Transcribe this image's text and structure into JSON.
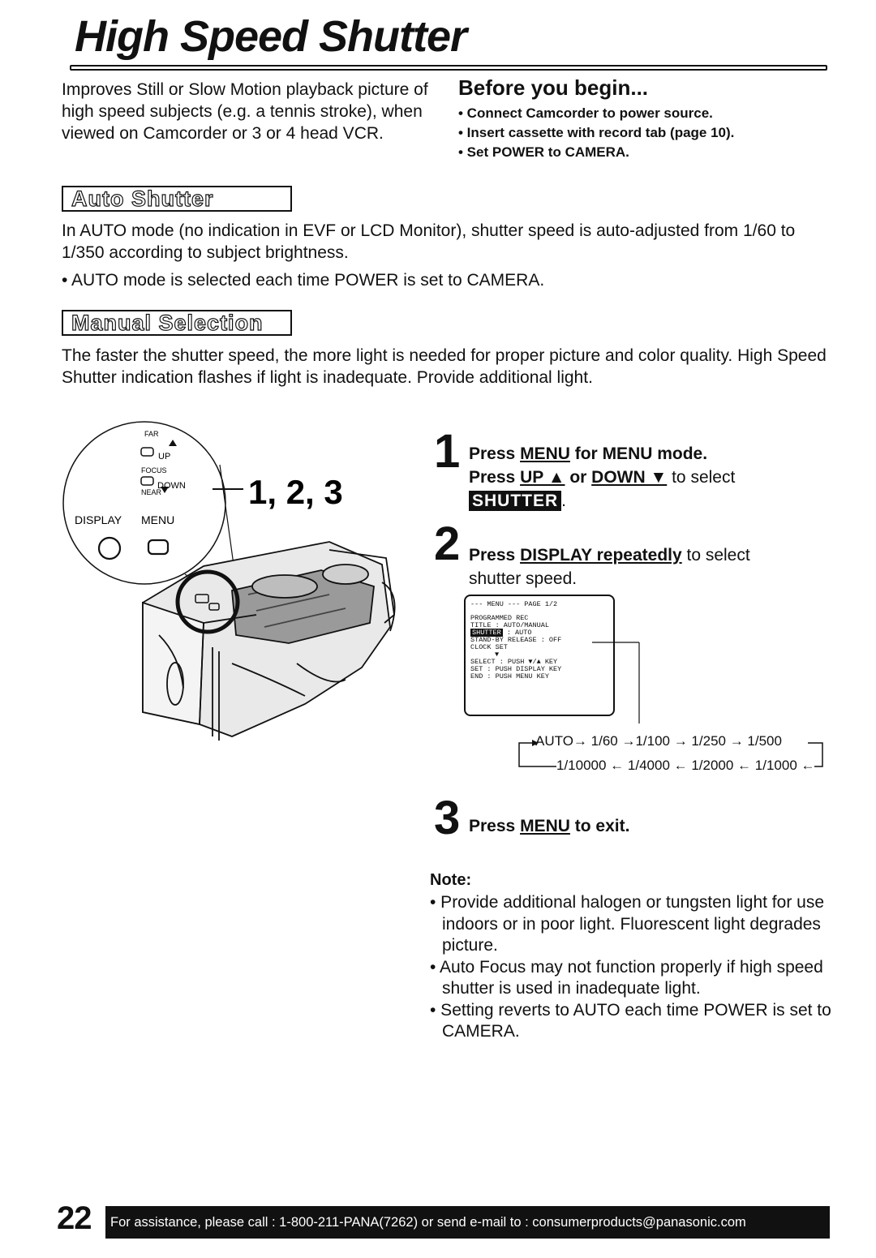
{
  "title": "High Speed Shutter",
  "intro": "Improves Still or Slow Motion playback picture of high speed subjects (e.g. a tennis stroke), when viewed on Camcorder or 3 or 4 head VCR.",
  "before_you_begin": {
    "heading": "Before you begin...",
    "items": [
      "• Connect Camcorder to power source.",
      "• Insert cassette with record tab (page 10).",
      "• Set POWER to CAMERA."
    ]
  },
  "auto_shutter": {
    "heading": "Auto Shutter",
    "text": "In AUTO mode (no indication in EVF or LCD Monitor), shutter speed is auto-adjusted from 1/60 to 1/350 according to subject brightness.",
    "bullet": "• AUTO mode is selected each time POWER is set to CAMERA."
  },
  "manual_selection": {
    "heading": "Manual Selection",
    "text": "The faster the shutter speed, the more light is needed for proper picture and color quality. High Speed Shutter indication flashes if light is inadequate. Provide additional light."
  },
  "figure": {
    "far": "FAR",
    "up": "UP",
    "focus": "FOCUS",
    "down": "DOWN",
    "near": "NEAR",
    "display": "DISPLAY",
    "menu": "MENU",
    "callout": "1, 2, 3"
  },
  "steps": {
    "step1": {
      "number": "1",
      "press1": "Press ",
      "menu_btn": "MENU",
      "for_menu_mode": " for MENU mode.",
      "press2": "Press ",
      "up_btn": "UP ▲",
      "or": " or ",
      "down_btn": "DOWN ▼",
      "to_select": " to select",
      "shutter_label": "SHUTTER",
      "period": "."
    },
    "step2": {
      "number": "2",
      "press": "Press ",
      "display_btn": "DISPLAY repeatedly",
      "to_select": " to select",
      "line2": "shutter speed."
    },
    "step3": {
      "number": "3",
      "press": "Press ",
      "menu_btn": "MENU",
      "to_exit": " to exit."
    }
  },
  "menu_screen": {
    "header": "--- MENU ---  PAGE 1/2",
    "line1": "PROGRAMMED REC",
    "line2": "TITLE        : AUTO/MANUAL",
    "line3_label": "SHUTTER",
    "line3_value": "     : AUTO",
    "line4": "STAND-BY RELEASE : OFF",
    "line5": "CLOCK SET",
    "line6": "▼",
    "line7": "SELECT : PUSH ▼/▲ KEY",
    "line8": "SET    : PUSH DISPLAY KEY",
    "line9": "END    : PUSH MENU KEY"
  },
  "speed_cycle": {
    "row1": "AUTO→ 1/60 →1/100 → 1/250 → 1/500",
    "row2": "1/10000 ← 1/4000 ← 1/2000 ← 1/1000 ←"
  },
  "note": {
    "label": "Note:",
    "items": [
      "• Provide additional halogen or tungsten light for use indoors or in poor light. Fluorescent light degrades picture.",
      "• Auto Focus may not function properly if high speed shutter is used in inadequate light.",
      "• Setting reverts to AUTO each time POWER is set to CAMERA."
    ]
  },
  "footer": {
    "page_number": "22",
    "assistance": "For assistance, please call : 1-800-211-PANA(7262) or send e-mail to : consumerproducts@panasonic.com"
  }
}
